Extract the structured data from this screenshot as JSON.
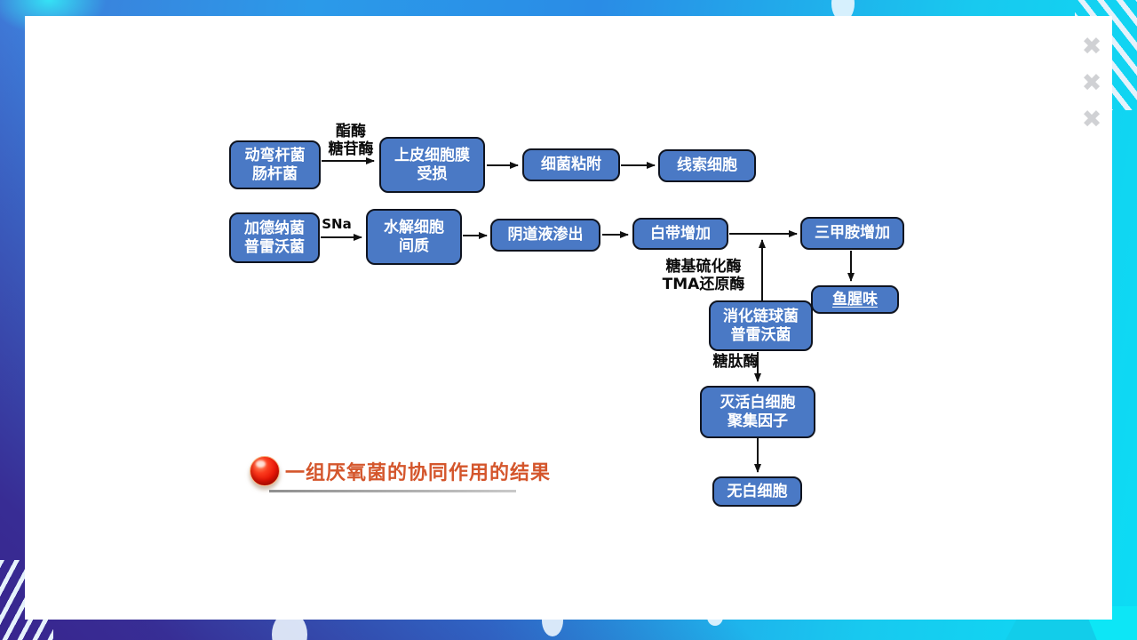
{
  "window": {
    "dismiss_icons": [
      "✖",
      "✖",
      "✖"
    ]
  },
  "flowchart": {
    "boxes": {
      "motile": "动弯杆菌\n肠杆菌",
      "epithelial": "上皮细胞膜\n受损",
      "adhesion": "细菌粘附",
      "clue": "线索细胞",
      "gardnerella": "加德纳菌\n普雷沃菌",
      "hydrolysis": "水解细胞\n间质",
      "vaginal": "阴道液渗出",
      "leucorrhea": "白带增加",
      "tma": "三甲胺增加",
      "fishy": "鱼腥味",
      "peptostrep": "消化链球菌\n普雷沃菌",
      "inactivate": "灭活白细胞\n聚集因子",
      "no_wbc": "无白细胞"
    },
    "labels": {
      "esterase": "酯酶\n糖苷酶",
      "sna": "SNa",
      "sulfatase": "糖基硫化酶\nTMA还原酶",
      "glycopeptidase": "糖肽酶"
    },
    "colors": {
      "box_fill": "#4a79c5",
      "box_border": "#0f1420",
      "box_text": "#ffffff",
      "arrow": "#111111"
    }
  },
  "note": {
    "text": "一组厌氧菌的协同作用的结果",
    "color": "#d4562c",
    "bullet_color": "#e81405"
  }
}
